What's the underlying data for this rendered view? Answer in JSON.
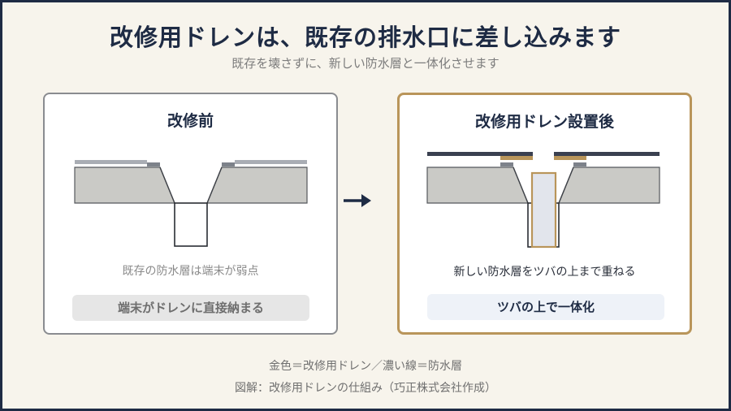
{
  "title": "改修用ドレンは、既存の排水口に差し込みます",
  "subtitle": "既存を壊さずに、新しい防水層と一体化させます",
  "panel_before": {
    "title": "改修前",
    "caption": "既存の防水層は端末が弱点",
    "pill": "端末がドレンに直接納まる"
  },
  "panel_after": {
    "title": "改修用ドレン設置後",
    "caption": "新しい防水層をツバの上まで重ねる",
    "pill": "ツバの上で一体化"
  },
  "legend_note": "金色＝改修用ドレン／濃い線＝防水層",
  "credit": "図解：改修用ドレンの仕組み（巧正株式会社作成）",
  "colors": {
    "navy": "#1e2b44",
    "gold": "#b9955a",
    "concrete": "#cacac6",
    "old_membrane": "#a9adb4",
    "new_membrane": "#3a4050",
    "panel_before_border": "#8a8c90"
  },
  "icons": {
    "arrow": "arrow-right-icon"
  }
}
